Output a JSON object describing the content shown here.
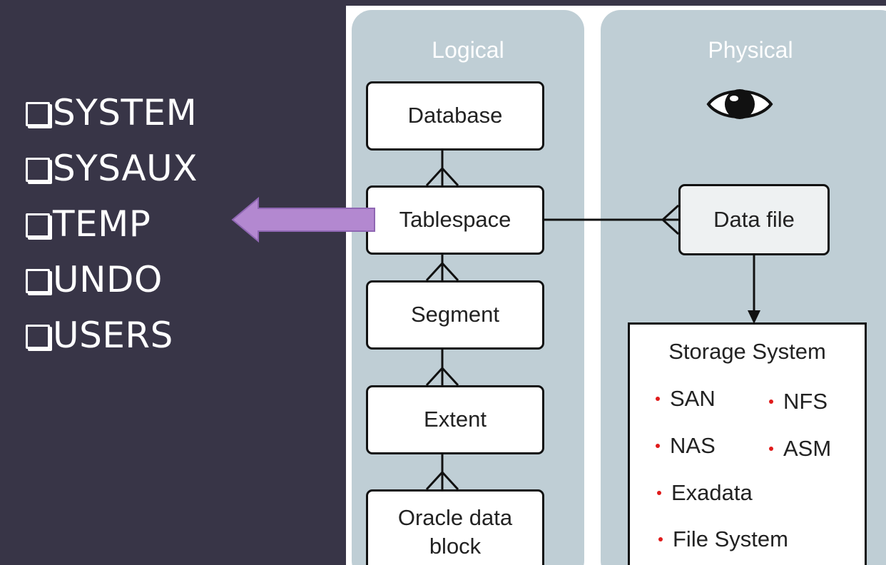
{
  "tablespaces": [
    {
      "label": "SYSTEM"
    },
    {
      "label": "SYSAUX"
    },
    {
      "label": "TEMP"
    },
    {
      "label": "UNDO"
    },
    {
      "label": "USERS"
    }
  ],
  "diagram": {
    "logical": {
      "title": "Logical",
      "boxes": [
        "Database",
        "Tablespace",
        "Segment",
        "Extent",
        "Oracle data block"
      ]
    },
    "physical": {
      "title": "Physical",
      "data_file": "Data file",
      "storage": {
        "title": "Storage System",
        "items": [
          "SAN",
          "NFS",
          "NAS",
          "ASM",
          "Exadata",
          "File System"
        ]
      }
    }
  },
  "colors": {
    "background": "#383547",
    "panel": "#bfced5",
    "arrow": "#b388d0",
    "bullet": "#e01b1b"
  },
  "icons": {
    "eye": "eye-icon",
    "checkbox": "checkbox-icon",
    "arrow": "arrow-left-icon"
  }
}
